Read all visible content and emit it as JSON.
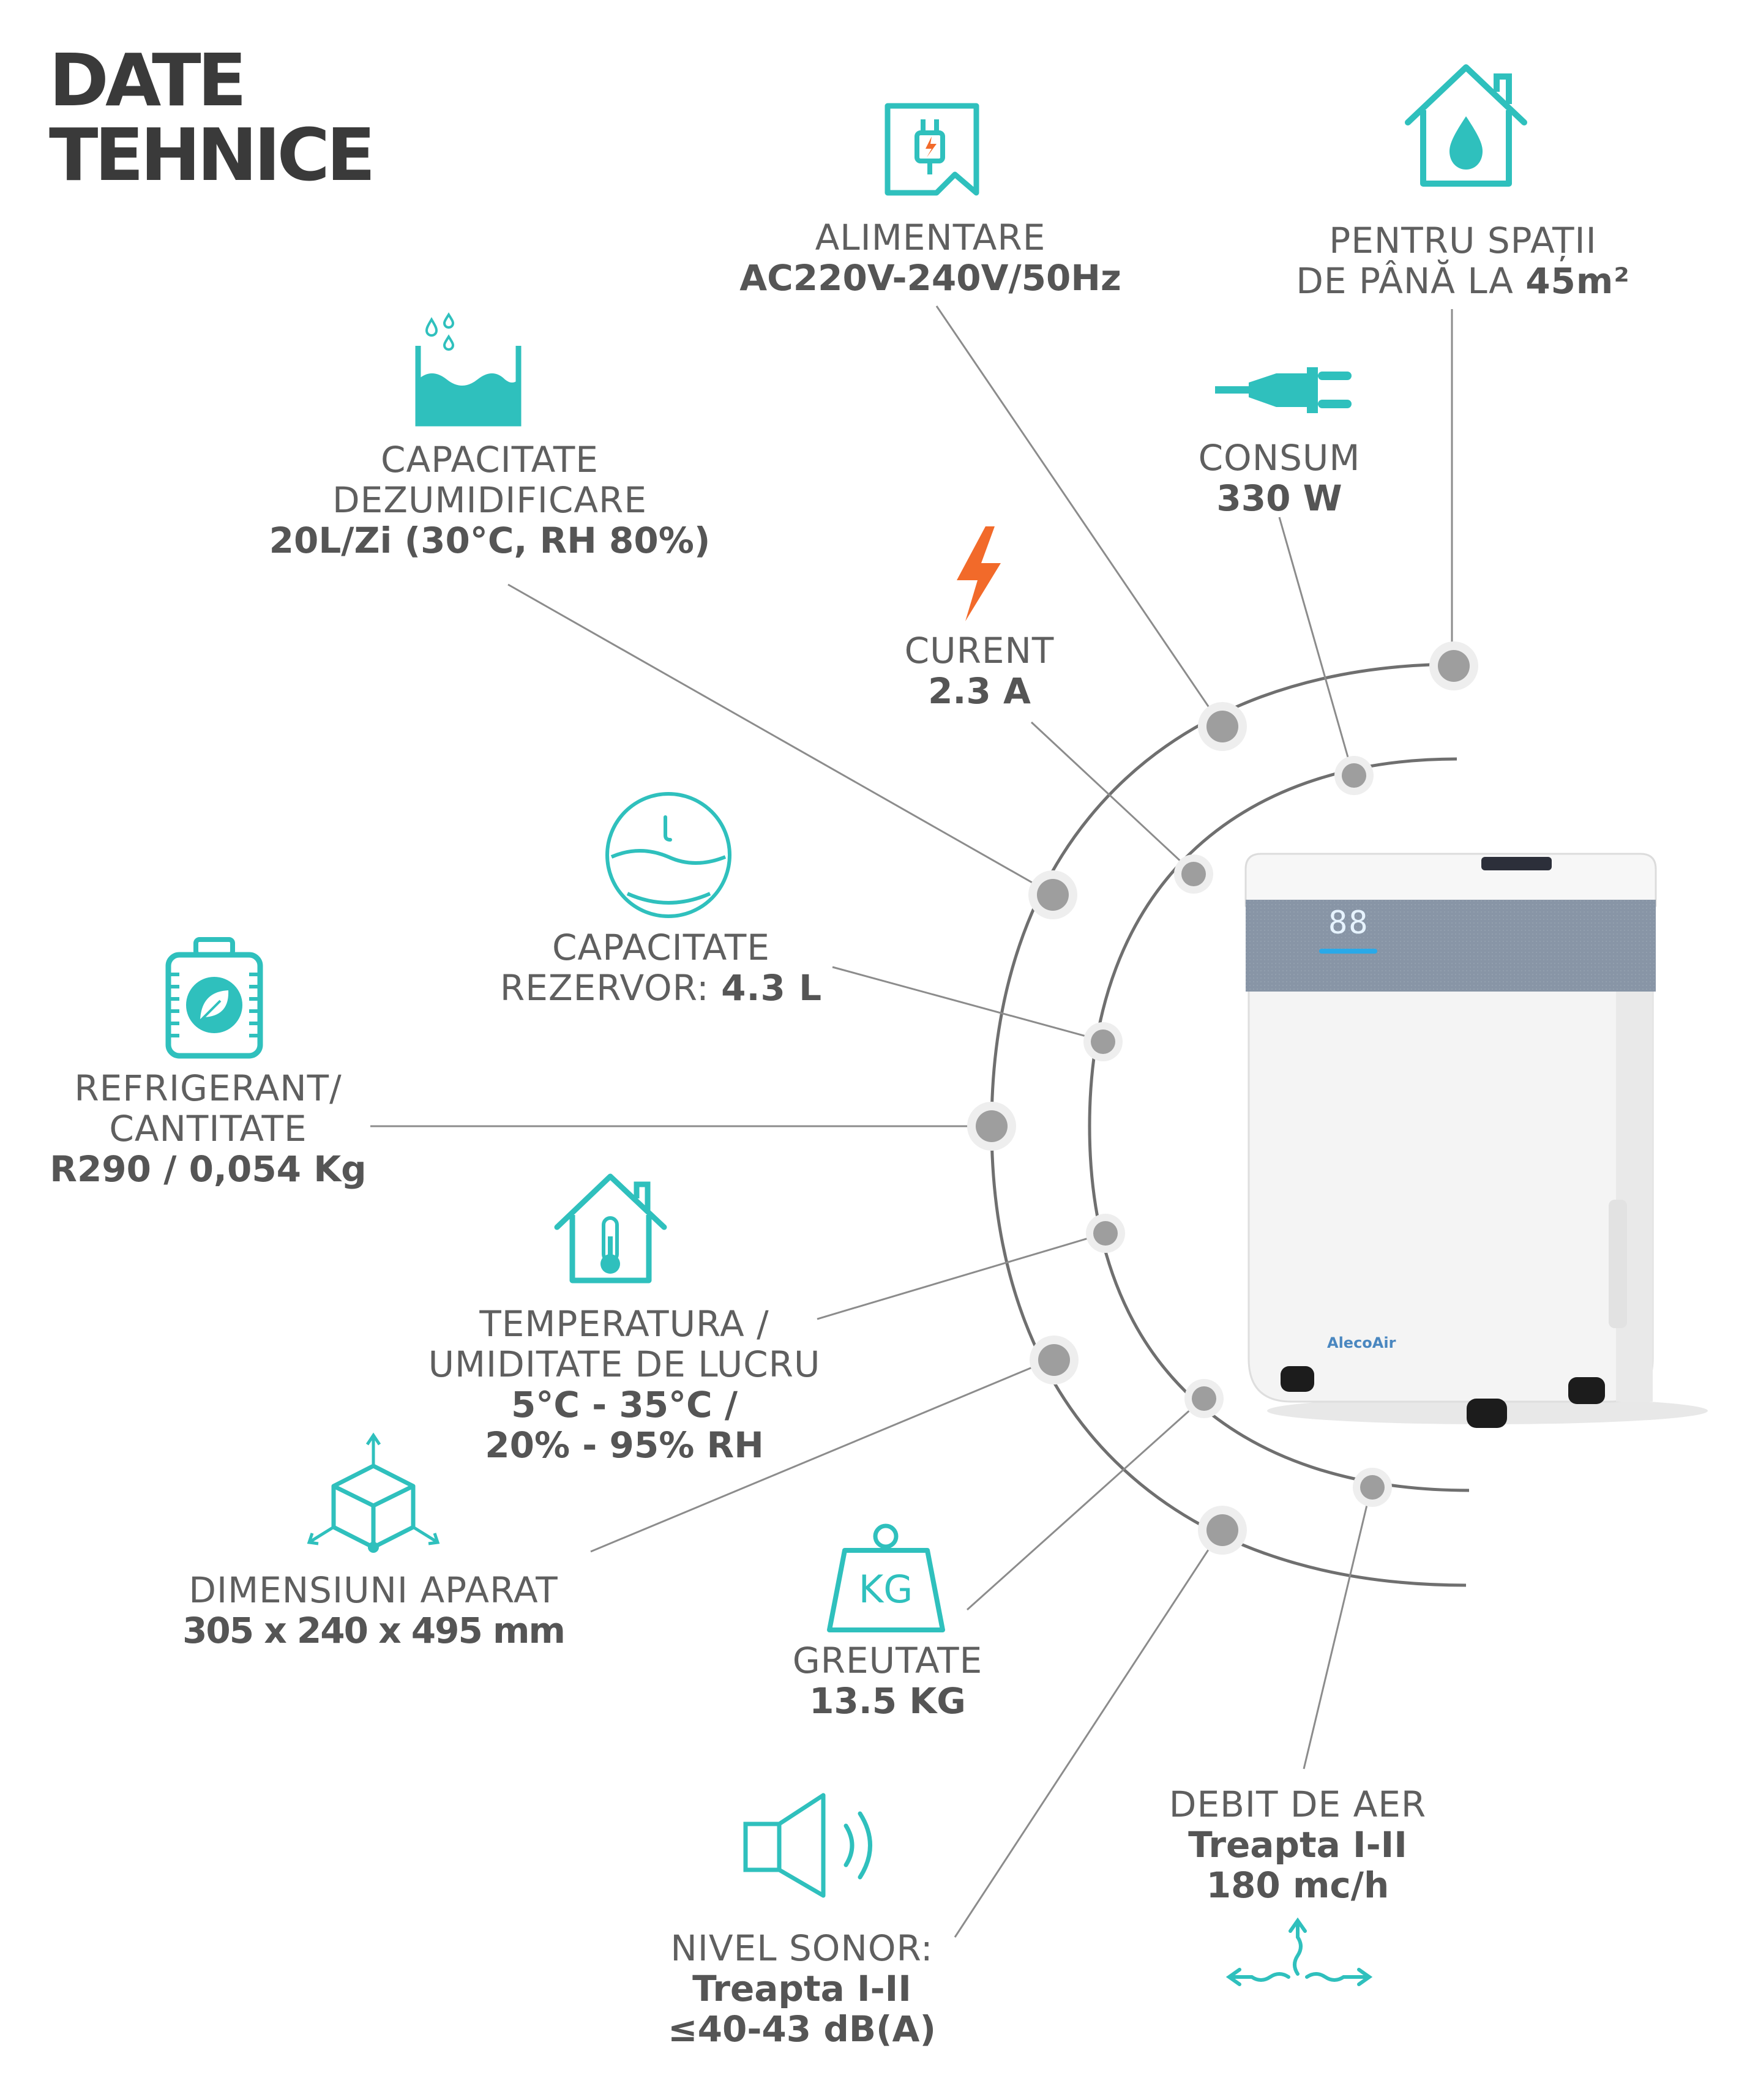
{
  "title": {
    "line1": "DATE",
    "line2": "TEHNICE"
  },
  "colors": {
    "teal": "#2fc0bd",
    "orange": "#f26a2a",
    "line": "#8a8a8a",
    "arc": "#6f6f6f",
    "dot": "#9e9e9e",
    "text": "#5f5f5f"
  },
  "specs": {
    "alimentare": {
      "icon": "power-plug-document-icon",
      "label": "ALIMENTARE",
      "value": "AC220V-240V/50Hz"
    },
    "spatiu": {
      "icon": "house-water-drop-icon",
      "label1": "PENTRU SPAȚII",
      "label2_prefix": "DE PÂNĂ LA ",
      "label2_value": "45m²"
    },
    "capacitate_dezumidificare": {
      "icon": "water-tank-drops-icon",
      "label1": "CAPACITATE",
      "label2": "DEZUMIDIFICARE",
      "value": "20L/Zi (30°C, RH 80%)"
    },
    "consum": {
      "icon": "electric-plug-icon",
      "label": "CONSUM",
      "value": "330 W"
    },
    "curent": {
      "icon": "lightning-bolt-icon",
      "label": "CURENT",
      "value": "2.3 A"
    },
    "rezervor": {
      "icon": "water-level-circle-icon",
      "label1": "CAPACITATE",
      "label2_prefix": "REZERVOR: ",
      "label2_value": "4.3 L"
    },
    "refrigerant": {
      "icon": "eco-refrigerant-tank-icon",
      "label1": "REFRIGERANT/",
      "label2": "CANTITATE",
      "value": "R290 / 0,054 Kg"
    },
    "temperatura": {
      "icon": "house-thermometer-icon",
      "label1": "TEMPERATURA /",
      "label2": "UMIDITATE DE LUCRU",
      "value1": "5°C - 35°C /",
      "value2": "20% - 95% RH"
    },
    "dimensiuni": {
      "icon": "3d-box-dimensions-icon",
      "label": "DIMENSIUNI APARAT",
      "value": "305 x 240 x 495 mm"
    },
    "greutate": {
      "icon": "kg-weight-icon",
      "icon_text": "KG",
      "label": "GREUTATE",
      "value": "13.5 KG"
    },
    "nivel_sonor": {
      "icon": "speaker-sound-icon",
      "label": "NIVEL SONOR:",
      "value1": "Treapta I-II",
      "value2": "≤40-43 dB(A)"
    },
    "debit_aer": {
      "icon": "airflow-arrows-icon",
      "label": "DEBIT DE AER",
      "value1": "Treapta I-II",
      "value2": "180 mc/h"
    }
  },
  "product": {
    "brand": "AlecoAir",
    "display": "88"
  }
}
